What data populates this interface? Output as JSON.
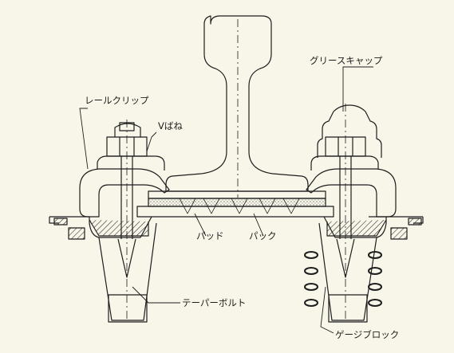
{
  "labels": {
    "grease_cap": "グリースキャップ",
    "rail_clip": "レールクリップ",
    "v_spring": "Vばね",
    "pad": "パッド",
    "pack": "パック",
    "taper_bolt": "テーパーボルト",
    "gauge_block": "ゲージブロック"
  }
}
